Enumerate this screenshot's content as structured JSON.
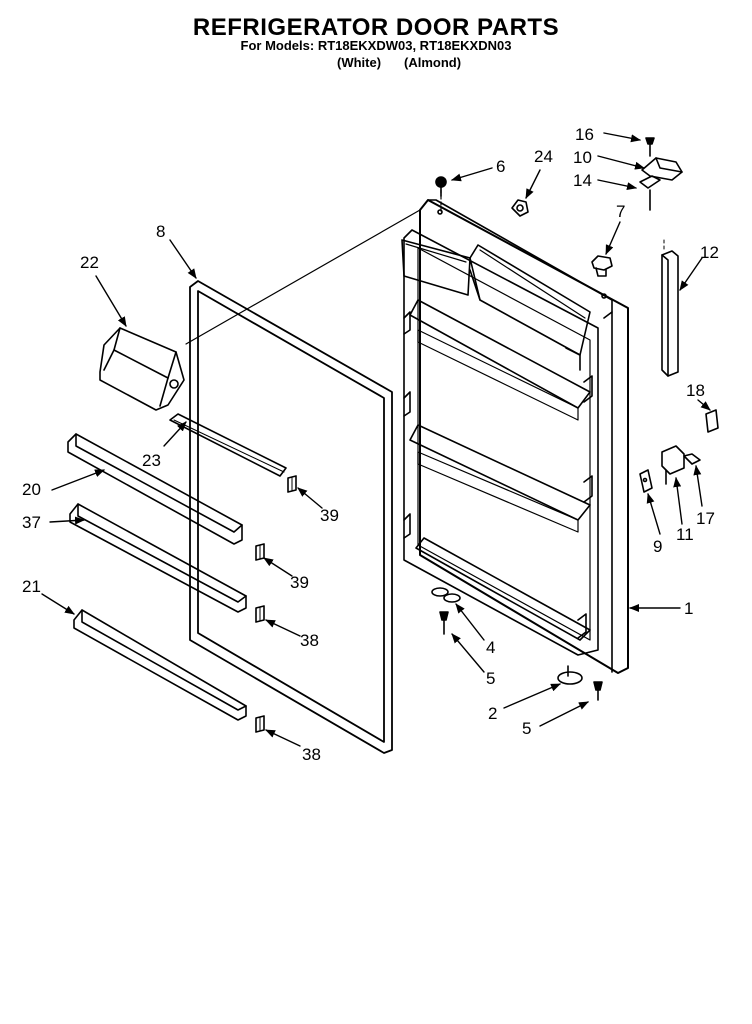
{
  "header": {
    "title": "REFRIGERATOR DOOR PARTS",
    "subtitle": "For Models: RT18EKXDW03, RT18EKXDN03",
    "color_white": "(White)",
    "color_almond": "(Almond)"
  },
  "callouts": [
    {
      "id": "c16",
      "text": "16"
    },
    {
      "id": "c10",
      "text": "10"
    },
    {
      "id": "c14",
      "text": "14"
    },
    {
      "id": "c6",
      "text": "6"
    },
    {
      "id": "c24",
      "text": "24"
    },
    {
      "id": "c7",
      "text": "7"
    },
    {
      "id": "c12",
      "text": "12"
    },
    {
      "id": "c8",
      "text": "8"
    },
    {
      "id": "c22",
      "text": "22"
    },
    {
      "id": "c18",
      "text": "18"
    },
    {
      "id": "c23",
      "text": "23"
    },
    {
      "id": "c20",
      "text": "20"
    },
    {
      "id": "c39a",
      "text": "39"
    },
    {
      "id": "c37",
      "text": "37"
    },
    {
      "id": "c9",
      "text": "9"
    },
    {
      "id": "c11",
      "text": "11"
    },
    {
      "id": "c17",
      "text": "17"
    },
    {
      "id": "c39b",
      "text": "39"
    },
    {
      "id": "c21",
      "text": "21"
    },
    {
      "id": "c1",
      "text": "1"
    },
    {
      "id": "c38a",
      "text": "38"
    },
    {
      "id": "c4",
      "text": "4"
    },
    {
      "id": "c5a",
      "text": "5"
    },
    {
      "id": "c2",
      "text": "2"
    },
    {
      "id": "c5b",
      "text": "5"
    },
    {
      "id": "c38b",
      "text": "38"
    }
  ]
}
